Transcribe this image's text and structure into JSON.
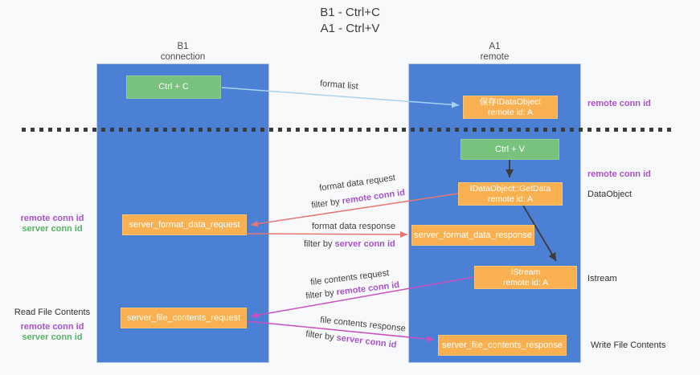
{
  "title": {
    "line1": "B1 - Ctrl+C",
    "line2": "A1 - Ctrl+V"
  },
  "lanes": {
    "left": {
      "title": "B1",
      "subtitle": "connection"
    },
    "right": {
      "title": "A1",
      "subtitle": "remote"
    }
  },
  "nodes": {
    "ctrl_c": {
      "label": "Ctrl + C"
    },
    "save_idataobject": {
      "line1": "保存IDataObject",
      "line2": "remote id: A"
    },
    "ctrl_v": {
      "label": "Ctrl + V"
    },
    "getdata": {
      "line1": "IDataObject::GetData",
      "line2": "remote id: A"
    },
    "server_format_data_request": {
      "label": "server_format_data_request"
    },
    "server_format_data_response": {
      "label": "server_format_data_response"
    },
    "istream": {
      "line1": "IStream",
      "line2": "remote id: A"
    },
    "server_file_contents_request": {
      "label": "server_file_contents_request"
    },
    "server_file_contents_response": {
      "label": "server_file_contents_response"
    }
  },
  "edge_labels": {
    "format_list": "format list",
    "format_data_request": "format data request",
    "format_data_response": "format data response",
    "file_contents_request": "file contents request",
    "file_contents_response": "file contents response",
    "filter_by": "filter by",
    "remote_conn_id": "remote conn id",
    "server_conn_id": "server conn id"
  },
  "side_labels": {
    "remote_conn_id": "remote conn id",
    "server_conn_id": "server conn id",
    "dataobject": "DataObject",
    "istream": "Istream",
    "read_file_contents": "Read File Contents",
    "write_file_contents": "Write File Contents"
  },
  "colors": {
    "lane_blue": "#4b80d5",
    "node_orange": "#f8b050",
    "node_green": "#79c27e",
    "label_purple": "#a653c8",
    "label_green": "#55b366",
    "arrow_salmon": "#e57672",
    "arrow_magenta": "#cb4fc0",
    "arrow_lightblue": "#a9d4f1",
    "arrow_black": "#3b3b3b"
  }
}
